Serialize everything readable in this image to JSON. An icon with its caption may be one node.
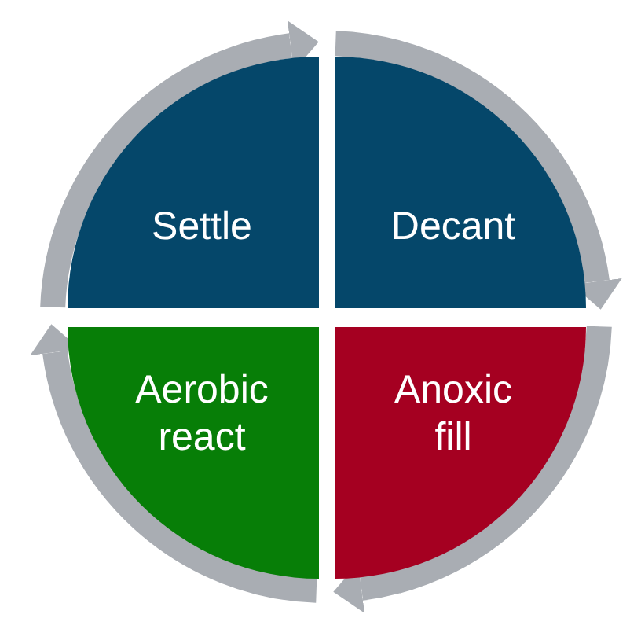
{
  "diagram": {
    "nodes": [
      {
        "text": [
          "Settle"
        ]
      },
      {
        "text": [
          "Decant"
        ]
      },
      {
        "text": [
          "Aerobic react"
        ]
      },
      {
        "text": [
          "Anoxic fill"
        ]
      }
    ],
    "edges": [
      {
        "from": 0,
        "to": 1,
        "arrow": "to"
      },
      {
        "from": 1,
        "to": 3,
        "arrow": "to"
      },
      {
        "from": 3,
        "to": 2,
        "arrow": "to"
      },
      {
        "from": 2,
        "to": 0,
        "arrow": "to"
      }
    ]
  }
}
